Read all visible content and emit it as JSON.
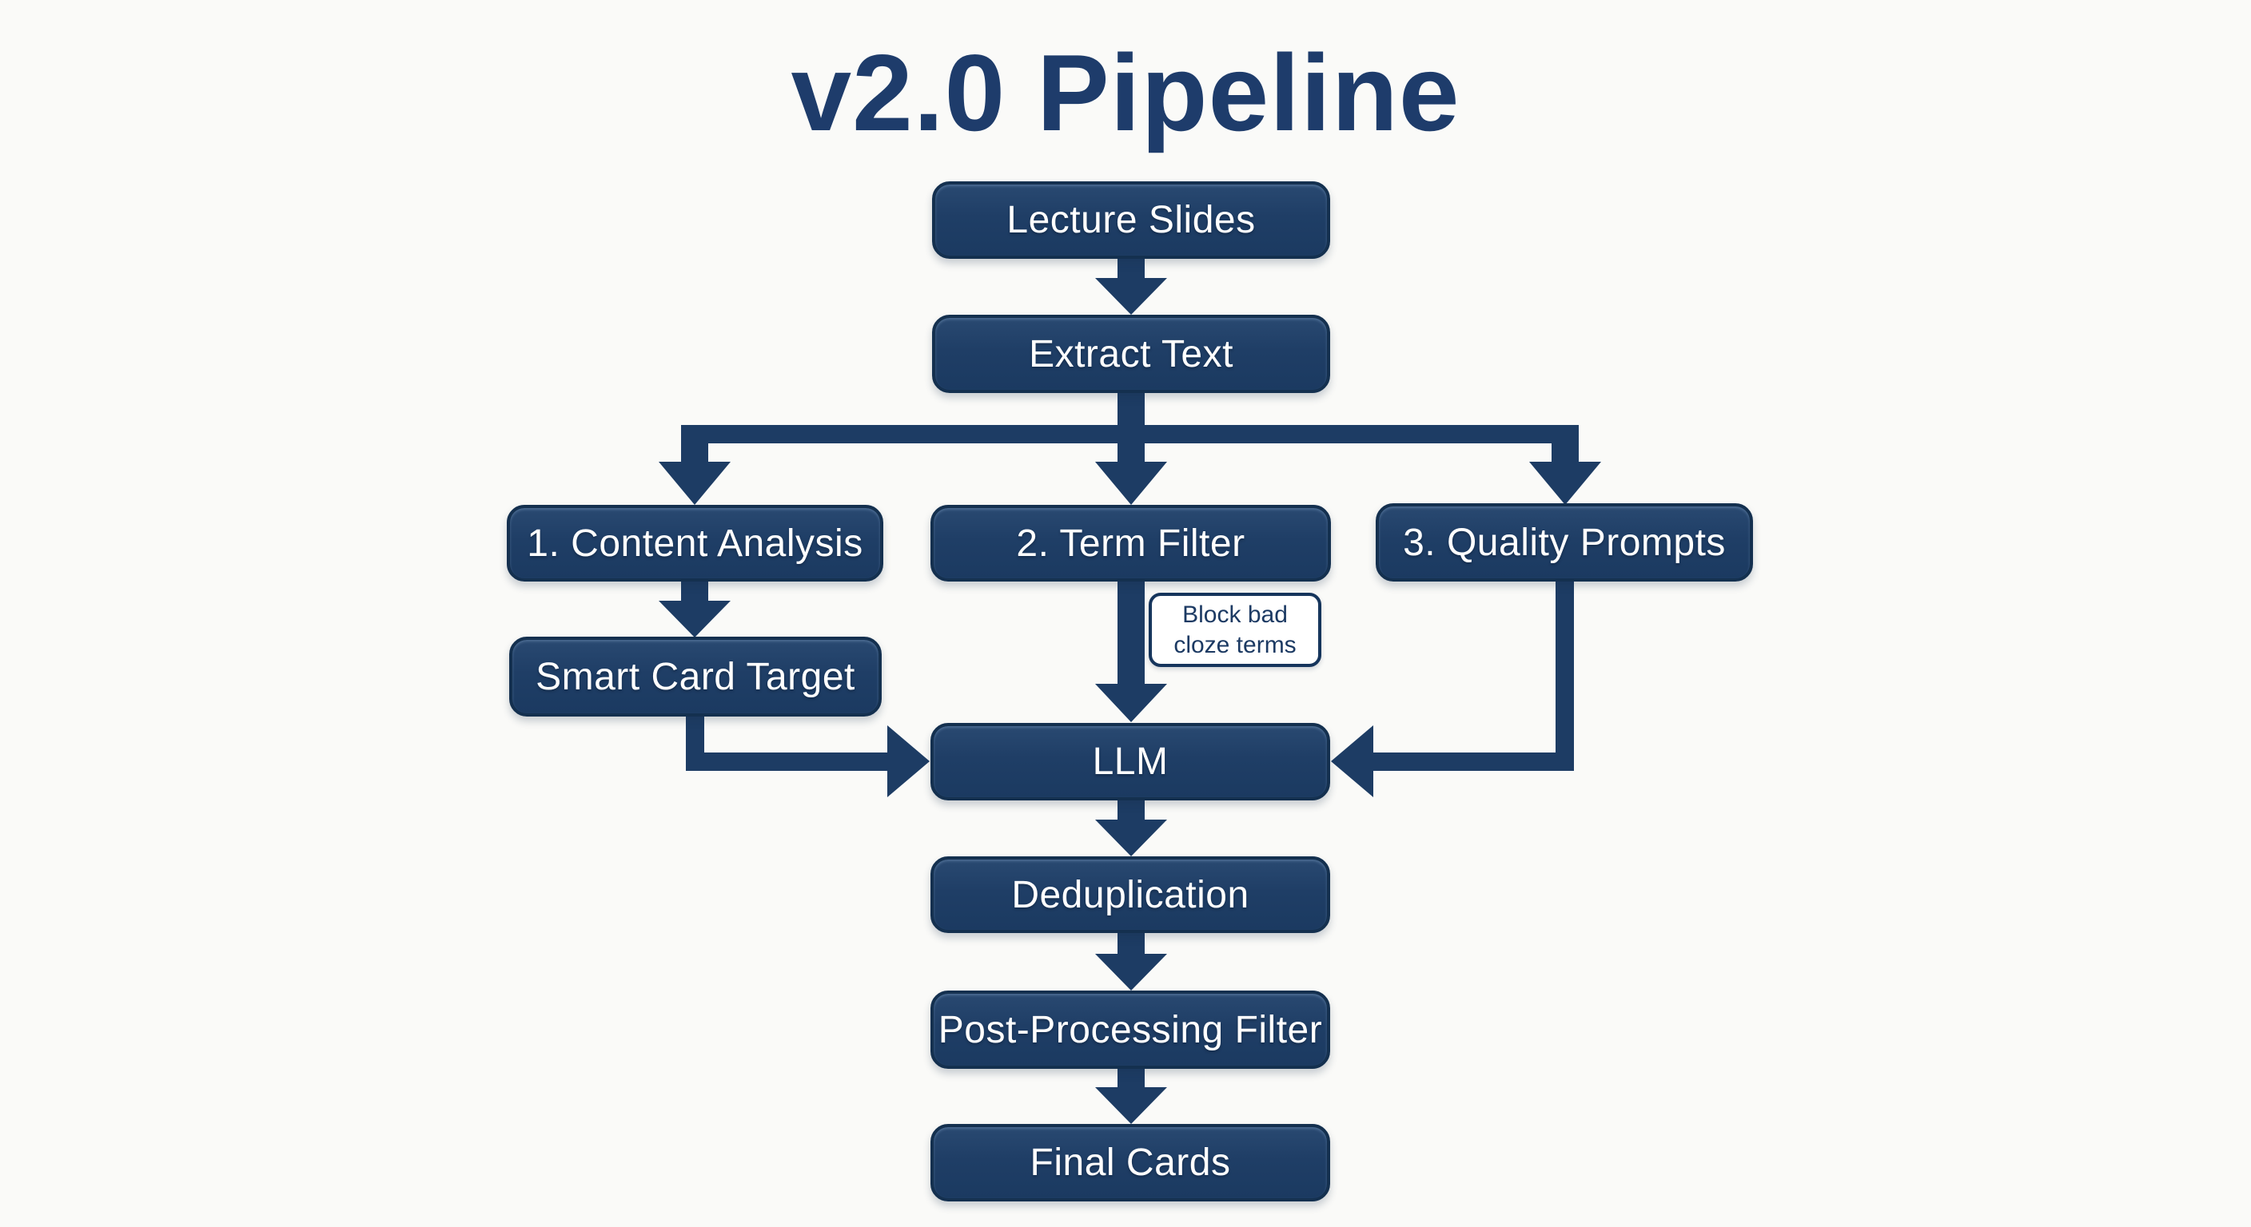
{
  "title": "v2.0 Pipeline",
  "colors": {
    "background": "#fafaf8",
    "node_fill": "#1e3c64",
    "node_border": "#14304f",
    "node_text": "#ffffff",
    "connector": "#1d3c64",
    "title_text": "#1e3c6b",
    "annotation_fill": "#ffffff",
    "annotation_border": "#16355c",
    "annotation_text": "#1c3a63"
  },
  "nodes": {
    "lecture_slides": {
      "label": "Lecture Slides"
    },
    "extract_text": {
      "label": "Extract Text"
    },
    "content_analysis": {
      "label": "1. Content Analysis"
    },
    "term_filter": {
      "label": "2. Term Filter"
    },
    "quality_prompts": {
      "label": "3. Quality Prompts"
    },
    "smart_card_target": {
      "label": "Smart Card Target"
    },
    "llm": {
      "label": "LLM"
    },
    "deduplication": {
      "label": "Deduplication"
    },
    "post_processing_filter": {
      "label": "Post-Processing Filter"
    },
    "final_cards": {
      "label": "Final Cards"
    }
  },
  "annotation": {
    "line1": "Block bad",
    "line2": "cloze terms",
    "attached_to_edge": "term_filter->llm"
  },
  "edges": [
    {
      "from": "lecture_slides",
      "to": "extract_text"
    },
    {
      "from": "extract_text",
      "to": "content_analysis"
    },
    {
      "from": "extract_text",
      "to": "term_filter"
    },
    {
      "from": "extract_text",
      "to": "quality_prompts"
    },
    {
      "from": "content_analysis",
      "to": "smart_card_target"
    },
    {
      "from": "term_filter",
      "to": "llm"
    },
    {
      "from": "smart_card_target",
      "to": "llm"
    },
    {
      "from": "quality_prompts",
      "to": "llm"
    },
    {
      "from": "llm",
      "to": "deduplication"
    },
    {
      "from": "deduplication",
      "to": "post_processing_filter"
    },
    {
      "from": "post_processing_filter",
      "to": "final_cards"
    }
  ]
}
